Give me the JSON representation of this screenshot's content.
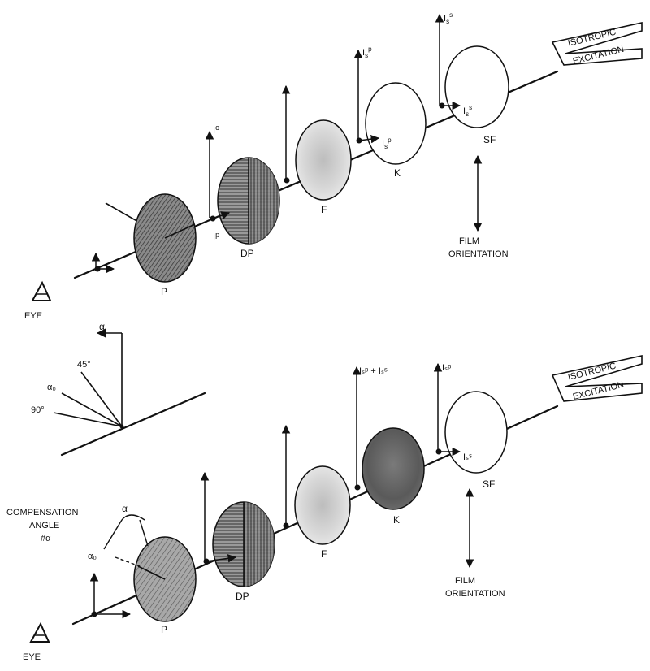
{
  "top": {
    "excitation_line1": "ISOTROPIC",
    "excitation_line2": "EXCITATION",
    "film_line1": "FILM",
    "film_line2": "ORIENTATION",
    "label_P": "P",
    "label_DP": "DP",
    "label_F": "F",
    "label_K": "K",
    "label_SF": "SF",
    "label_Ic": "I",
    "label_Ic_sup": "c",
    "label_Ip": "I",
    "label_Ip_sup": "p",
    "label_I1": "I",
    "label_I1_sub": "s",
    "label_I1_sup": "p",
    "label_I2": "I",
    "label_I2_sub": "s",
    "label_I2_sup": "s",
    "label_I3": "I",
    "label_I3_sub": "s",
    "label_I3_sup": "p",
    "label_I4": "I",
    "label_I4_sub": "s",
    "label_I4_sup": "s",
    "eye": "EYE"
  },
  "middle": {
    "alpha": "α",
    "angle_45": "45°",
    "angle_alpha0": "α₀",
    "angle_90": "90°"
  },
  "bottom": {
    "excitation_line1": "ISOTROPIC",
    "excitation_line2": "EXCITATION",
    "film_line1": "FILM",
    "film_line2": "ORIENTATION",
    "compensation_line1": "COMPENSATION",
    "compensation_line2": "ANGLE",
    "compensation_line3": "#α",
    "alpha": "α",
    "alpha0": "α₀",
    "label_P": "P",
    "label_DP": "DP",
    "label_F": "F",
    "label_K": "K",
    "label_SF": "SF",
    "label_Isum": "Iₛᵖ + Iₛˢ",
    "label_Is": "Iₛᵖ",
    "label_Is2": "Iₛˢ",
    "eye": "EYE"
  }
}
